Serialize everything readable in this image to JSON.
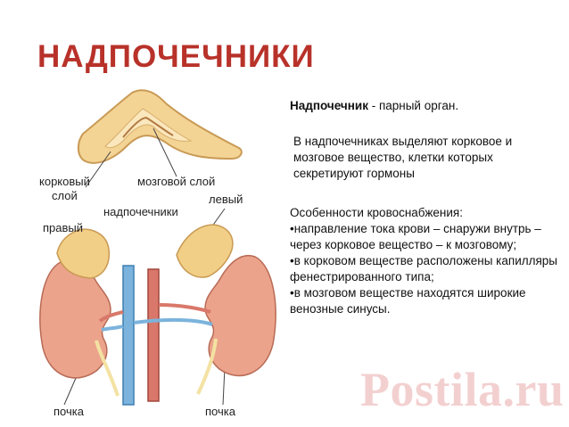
{
  "slide": {
    "title": "НАДПОЧЕЧНИКИ",
    "watermark": "Postila.ru"
  },
  "diagram": {
    "labels": {
      "cortex": [
        "корковый",
        "слой"
      ],
      "medulla": "мозговой слой",
      "adrenals": "надпочечники",
      "right": "правый",
      "left": "левый",
      "kidney_left": "почка",
      "kidney_right": "почка"
    }
  },
  "text": {
    "intro_bold": "Надпочечник",
    "intro_rest": " - парный орган.",
    "para2": "В надпочечниках выделяют корковое и мозговое вещество, клетки которых секретируют гормоны",
    "blood_heading": "Особенности кровоснабжения:",
    "bullets": [
      "•направление тока крови – снаружи внутрь – через корковое вещество – к мозговому;",
      "•в корковом веществе расположены капилляры фенестрированного типа;",
      "•в мозговом веществе находятся широкие венозные синусы."
    ]
  },
  "colors": {
    "title": "#b8322a",
    "kidney": "#e9a48c",
    "adrenal": "#f2cf86",
    "vein": "#7bb3dc",
    "artery": "#d9786a"
  }
}
